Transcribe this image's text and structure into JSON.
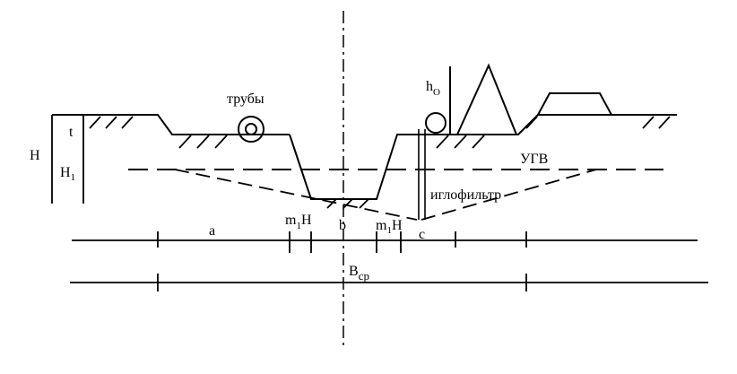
{
  "labels": {
    "pipes": "трубы",
    "gwl": "УГВ",
    "wellpoint": "иглофильтр",
    "H": "H",
    "t": "t",
    "H1_main": "H",
    "H1_sub": "1",
    "h0_main": "h",
    "h0_sub": "O",
    "a": "a",
    "b": "b",
    "c": "c",
    "m1H_left_m": "m",
    "m1H_left_sub": "1",
    "m1H_left_H": "H",
    "m1H_right_m": "m",
    "m1H_right_sub": "1",
    "m1H_right_H": "H",
    "Bcp_main": "B",
    "Bcp_sub": "ср"
  }
}
